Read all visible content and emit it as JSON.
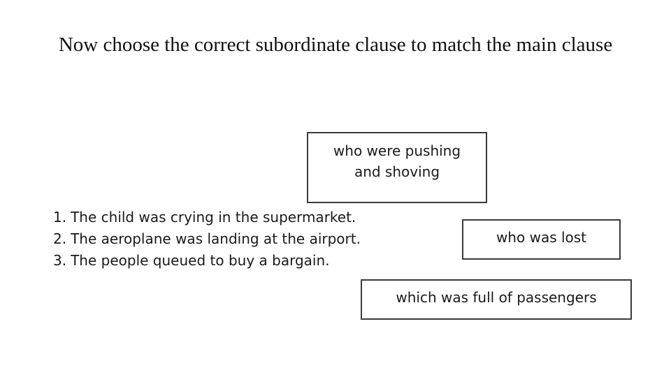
{
  "slide": {
    "title": "Now choose the correct subordinate clause to match the main clause"
  },
  "main_clauses": [
    {
      "number": "1.",
      "text": "The child was crying in the supermarket."
    },
    {
      "number": "2.",
      "text": "The aeroplane was landing at the airport."
    },
    {
      "number": "3.",
      "text": "The people queued to buy a bargain."
    }
  ],
  "subordinate_clauses": [
    {
      "line1": "who were pushing",
      "line2": "and shoving"
    },
    {
      "line1": "who was lost"
    },
    {
      "line1": "which was full of passengers"
    }
  ]
}
